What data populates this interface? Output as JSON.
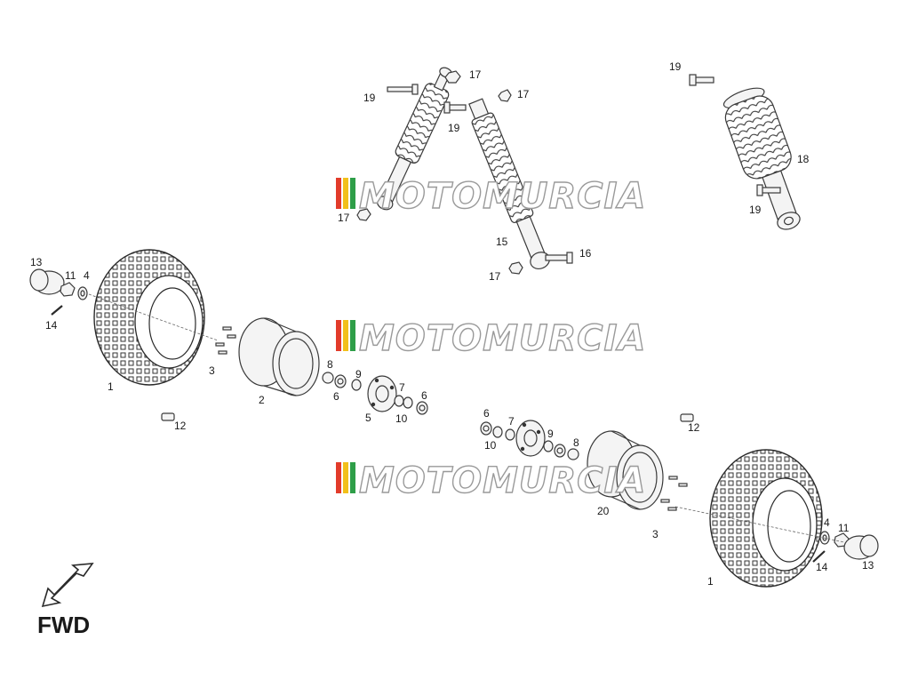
{
  "direction_label": "FWD",
  "watermark": "MOTOMURCIA",
  "watermark_stripe_colors": [
    "#e23b2a",
    "#f2c01a",
    "#2e9e48"
  ],
  "callouts": {
    "c1": "17",
    "c2": "19",
    "c3": "17",
    "c4": "17",
    "c5": "19",
    "c6": "19",
    "c7": "18",
    "c8": "19",
    "c9": "17",
    "c10": "15",
    "c11": "16",
    "c12": "17",
    "c13": "13",
    "c14": "11",
    "c15": "4",
    "c16": "14",
    "c17": "1",
    "c18": "3",
    "c19": "2",
    "c20": "8",
    "c21": "6",
    "c22": "9",
    "c23": "7",
    "c24": "6",
    "c25": "5",
    "c26": "10",
    "c27": "12",
    "c28": "6",
    "c29": "7",
    "c30": "10",
    "c31": "9",
    "c32": "8",
    "c33": "12",
    "c34": "20",
    "c35": "3",
    "c36": "4",
    "c37": "11",
    "c38": "14",
    "c39": "13",
    "c40": "1"
  }
}
